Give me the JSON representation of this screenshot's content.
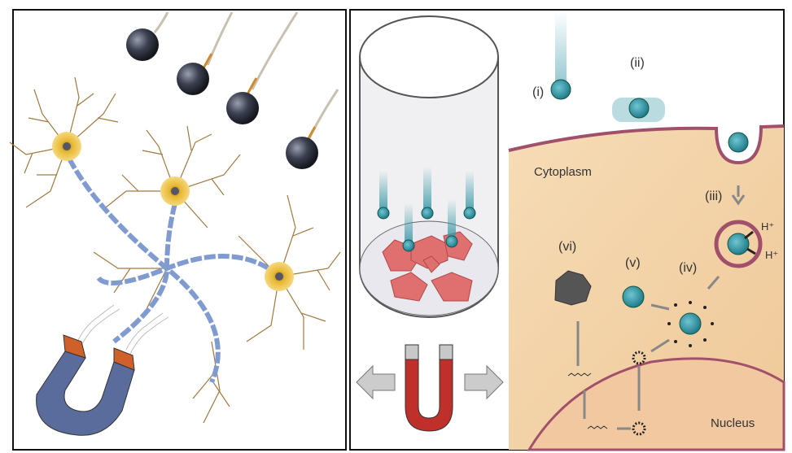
{
  "right_panel": {
    "labels": {
      "step_i": "(i)",
      "step_ii": "(ii)",
      "step_iii": "(iii)",
      "step_iv": "(iv)",
      "step_v": "(v)",
      "step_vi": "(vi)",
      "cytoplasm": "Cytoplasm",
      "nucleus": "Nucleus",
      "proton_1": "H⁺",
      "proton_2": "H⁺"
    }
  },
  "colors": {
    "cytoplasm": "#f3d3a8",
    "membrane": "#a0506a",
    "particle": "#3a9aa8",
    "magnet_left": "#5a6c9c",
    "magnet_right": "#c0302a",
    "neuron": "#e0b030",
    "axon": "#7f9bd0"
  }
}
